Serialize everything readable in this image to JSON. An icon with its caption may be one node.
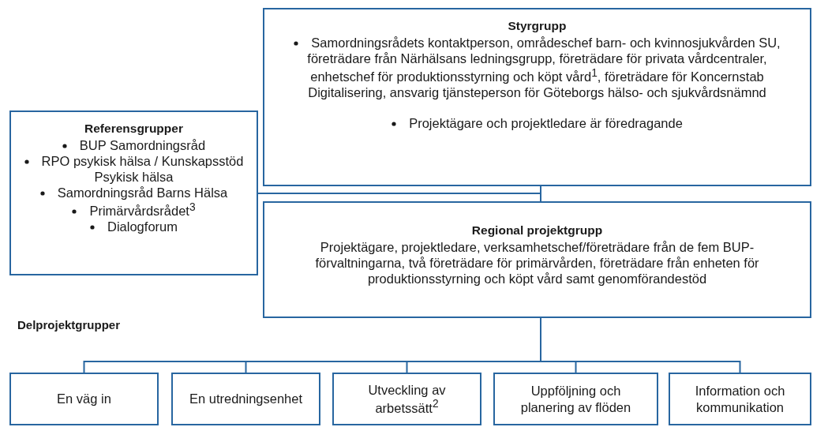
{
  "diagram": {
    "nodes": [
      {
        "text": [
          "Styrgrupp",
          "Samordningsrådets kontaktperson, områdeschef barn- och kvinnosjukvården SU, företrädare från Närhälsans ledningsgrupp, företrädare för privata vårdcentraler, enhetschef för produktionsstyrning och köpt vård$^{1}$, företrädare för Koncernstab Digitalisering, ansvarig tjänsteperson för Göteborgs hälso- och sjukvårdsnämnd",
          "Projektägare och projektledare är föredragande"
        ]
      },
      {
        "text": [
          "Referensgrupper",
          "BUP Samordningsråd",
          "RPO psykisk hälsa / Kunskapsstöd Psykisk hälsa",
          "Samordningsråd Barns Hälsa",
          "Primärvårdsrådet$^{3}$",
          "Dialogforum"
        ]
      },
      {
        "text": [
          "Regional projektgrupp",
          "Projektägare, projektledare, verksamhetschef/företrädare från de fem BUP-förvaltningarna, två företrädare för primärvården, företrädare från enheten för produktionsstyrning och köpt vård samt genomförandestöd"
        ]
      },
      {
        "text": [
          "En väg in"
        ]
      },
      {
        "text": [
          "En utredningsenhet"
        ]
      },
      {
        "text": [
          "Utveckling av arbetssätt$^{2}$"
        ]
      },
      {
        "text": [
          "Uppföljning och planering av flöden"
        ]
      },
      {
        "text": [
          "Information och kommunikation"
        ]
      }
    ],
    "edges": [
      {
        "from": 0,
        "to": 2,
        "arrow": "none"
      },
      {
        "from": 1,
        "to": 2,
        "arrow": "none"
      },
      {
        "from": 2,
        "to": 3,
        "arrow": "none"
      },
      {
        "from": 2,
        "to": 4,
        "arrow": "none"
      },
      {
        "from": 2,
        "to": 5,
        "arrow": "none"
      },
      {
        "from": 2,
        "to": 6,
        "arrow": "none"
      },
      {
        "from": 2,
        "to": 7,
        "arrow": "none"
      }
    ],
    "labels": [
      "Delprojektgrupper"
    ]
  }
}
